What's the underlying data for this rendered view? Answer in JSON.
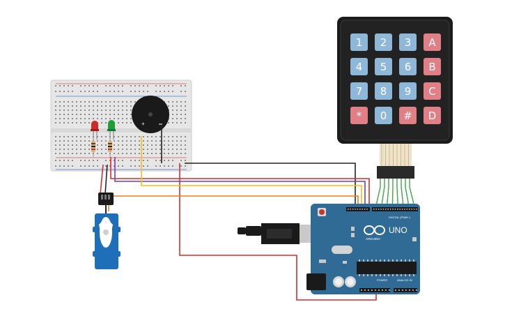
{
  "keypad": {
    "keys": [
      {
        "label": "1",
        "type": "num"
      },
      {
        "label": "2",
        "type": "num"
      },
      {
        "label": "3",
        "type": "num"
      },
      {
        "label": "A",
        "type": "letter"
      },
      {
        "label": "4",
        "type": "num"
      },
      {
        "label": "5",
        "type": "num"
      },
      {
        "label": "6",
        "type": "num"
      },
      {
        "label": "B",
        "type": "letter"
      },
      {
        "label": "7",
        "type": "num"
      },
      {
        "label": "8",
        "type": "num"
      },
      {
        "label": "9",
        "type": "num"
      },
      {
        "label": "C",
        "type": "letter"
      },
      {
        "label": "*",
        "type": "letter"
      },
      {
        "label": "0",
        "type": "num"
      },
      {
        "label": "#",
        "type": "letter"
      },
      {
        "label": "D",
        "type": "letter"
      }
    ]
  },
  "arduino": {
    "brand": "ARDUINO",
    "model": "UNO",
    "digital_label": "DIGITAL (PWM~)",
    "power_label": "POWER",
    "analog_label": "ANALOG IN"
  },
  "colors": {
    "key_num": "#8fb8d8",
    "key_letter": "#e07f86",
    "board": "#2f6b94",
    "wire_red": "#d32f2f",
    "wire_orange": "#ef7d1a",
    "wire_yellow": "#e8c31a",
    "wire_purple": "#7b3fa0",
    "wire_black": "#222222",
    "wire_green": "#3aa845"
  }
}
